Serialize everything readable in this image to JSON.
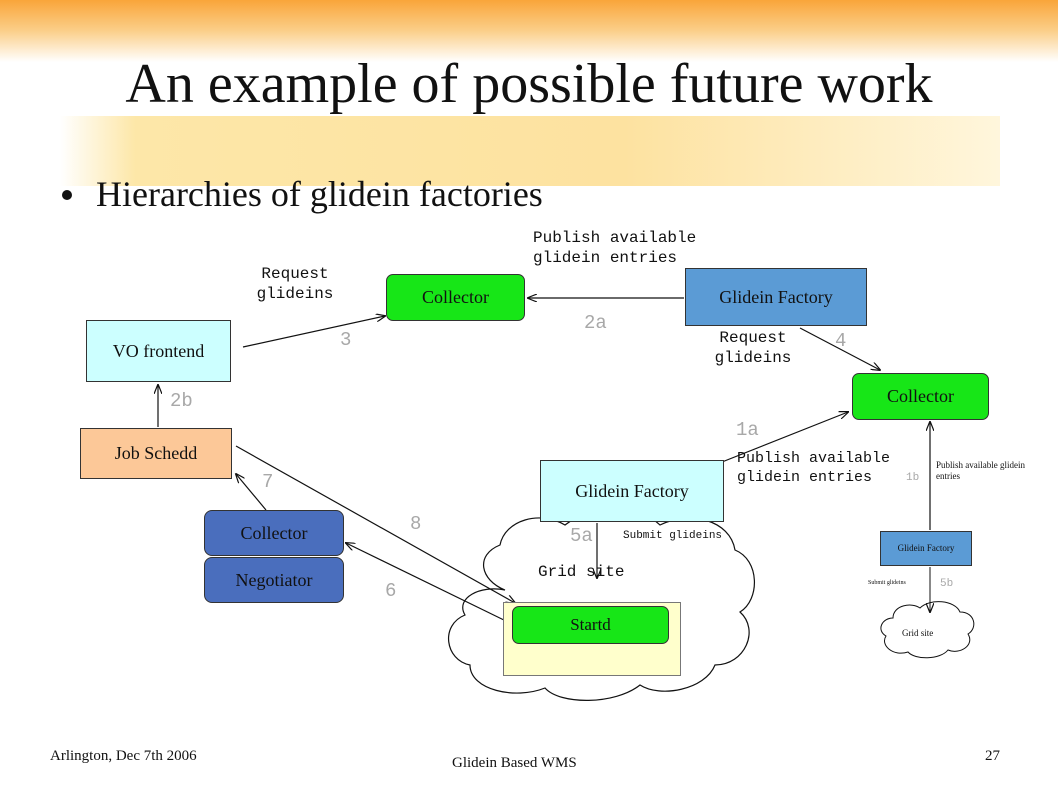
{
  "slide": {
    "title": "An example of possible future work",
    "bullet": "Hierarchies of glidein factories"
  },
  "nodes": {
    "vo_frontend": "VO frontend",
    "job_schedd": "Job Schedd",
    "collector_top": "Collector",
    "glidein_factory_top": "Glidein Factory",
    "collector_right": "Collector",
    "glidein_factory_mid": "Glidein Factory",
    "collector_neg": "Collector",
    "negotiator": "Negotiator",
    "startd": "Startd",
    "glidein_factory_small": "Glidein Factory",
    "grid_site_small": "Grid site"
  },
  "labels": {
    "request_glideins_left": "Request glideins",
    "publish_top": "Publish available glidein entries",
    "request_glideins_right": "Request glideins",
    "publish_mid": "Publish available glidein entries",
    "submit_glideins": "Submit glideins",
    "grid_site": "Grid site",
    "publish_small": "Publish available glidein entries",
    "submit_glideins_small": "Submit glideins"
  },
  "steps": {
    "s3": "3",
    "s2a": "2a",
    "s4": "4",
    "s2b": "2b",
    "s1a": "1a",
    "s7": "7",
    "s8": "8",
    "s5a": "5a",
    "s6": "6",
    "s1b": "1b",
    "s5b": "5b"
  },
  "colors": {
    "light_blue": "#ccffff",
    "light_blue_factory": "#5b9bd5",
    "job_schedd": "#fcc898",
    "green": "#17e617",
    "steel_blue": "#4a6ebd",
    "grid_site_fill": "#ffffcc"
  },
  "footer": {
    "left": "Arlington, Dec 7th 2006",
    "center": "Glidein Based WMS",
    "page": "27"
  }
}
